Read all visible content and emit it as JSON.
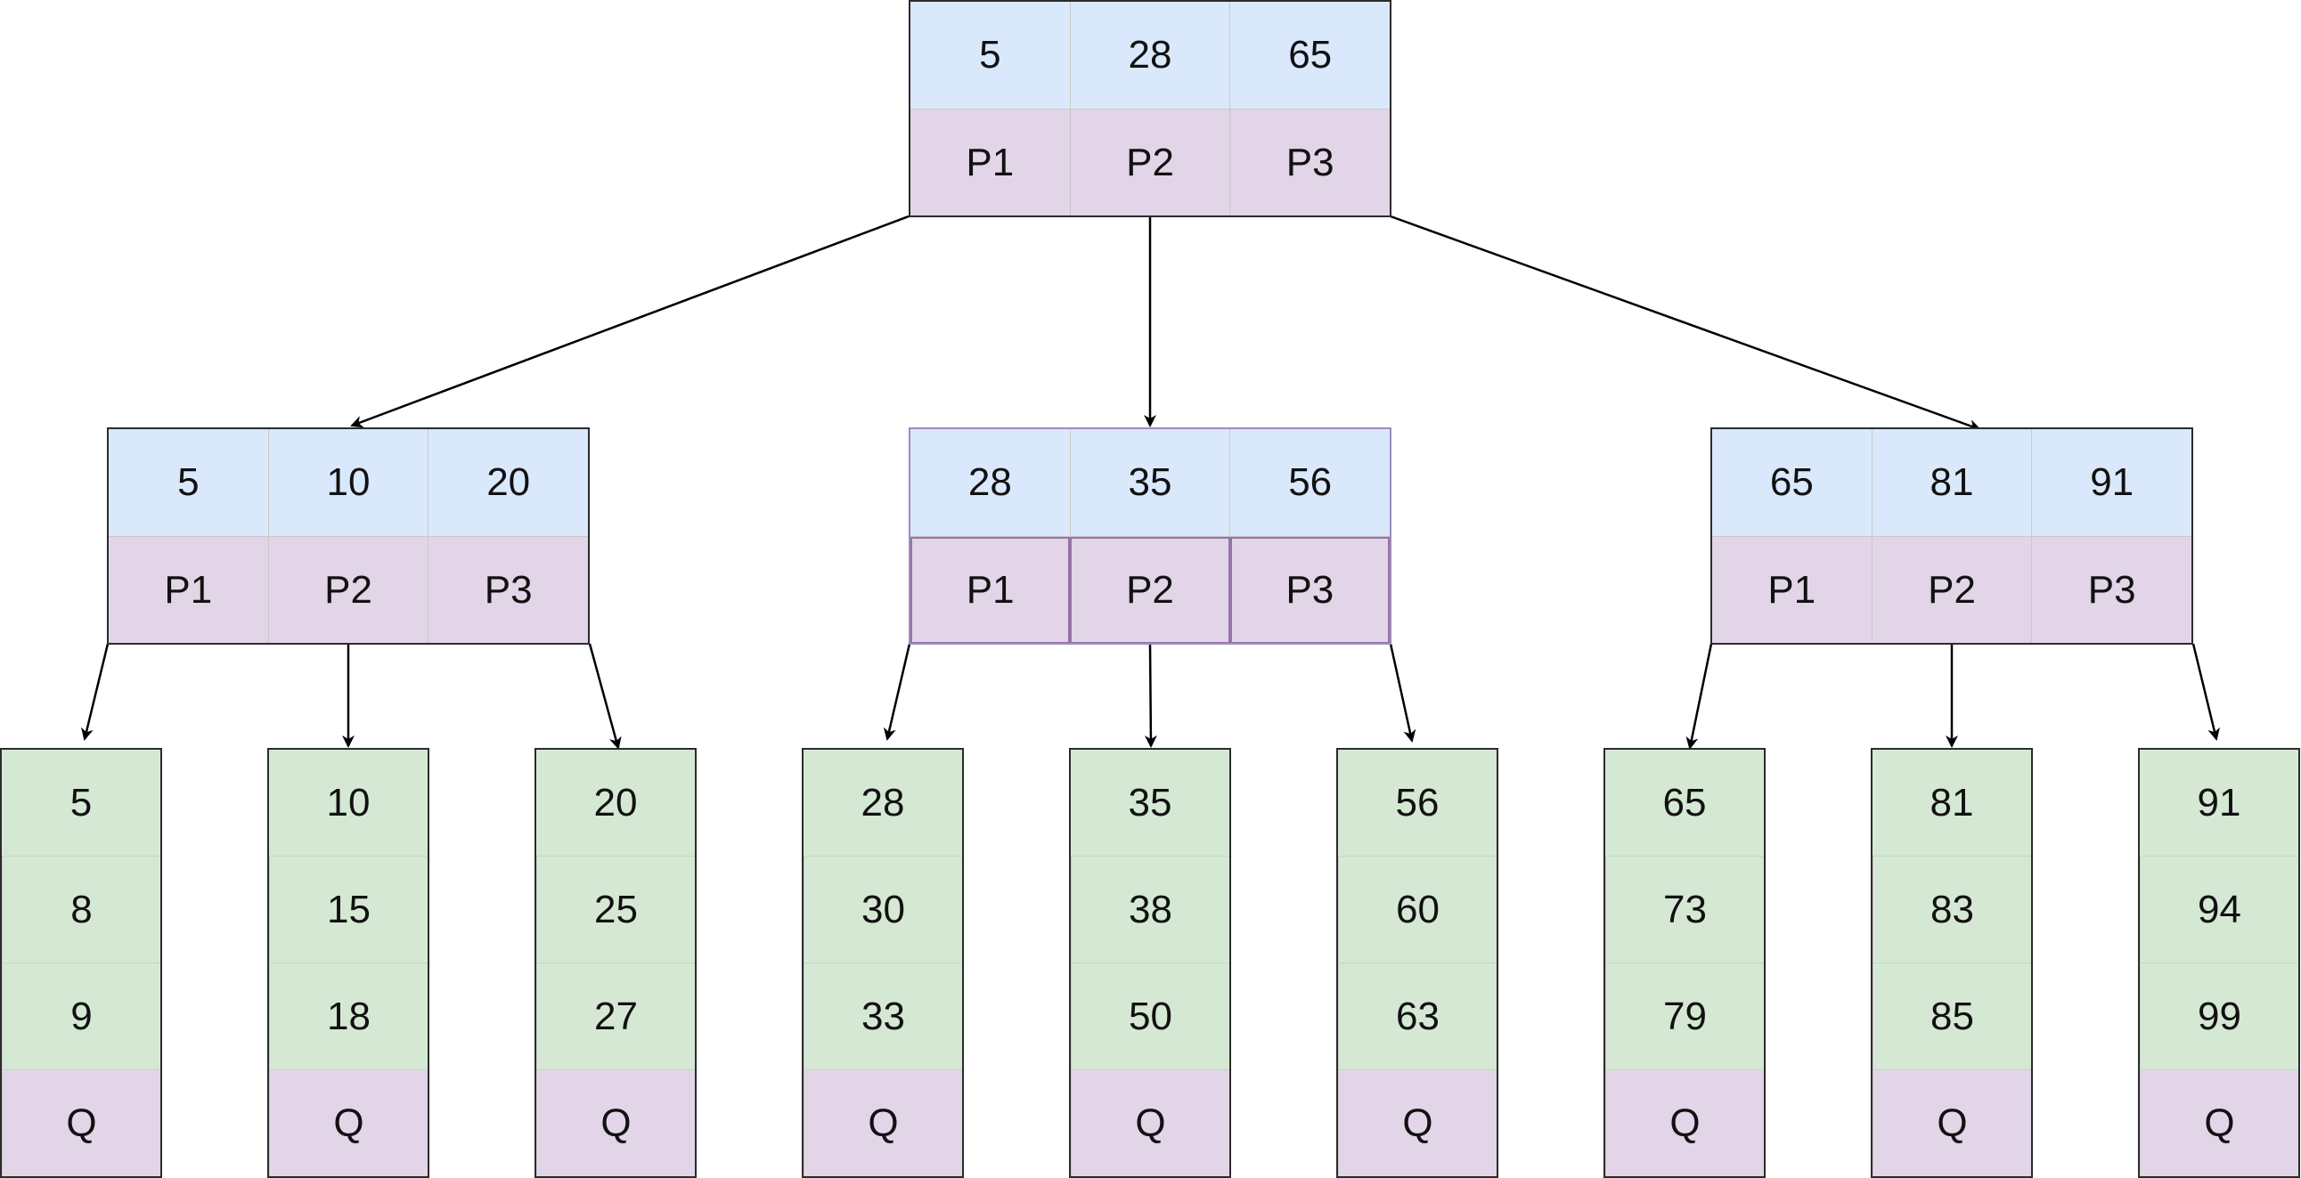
{
  "colors": {
    "key_fill": "#dae8fc",
    "pointer_fill": "#e1d5e7",
    "leaf_fill": "#d5e8d4",
    "edge": "#000000"
  },
  "root": {
    "keys": [
      "5",
      "28",
      "65"
    ],
    "pointers": [
      "P1",
      "P2",
      "P3"
    ]
  },
  "internal_nodes": [
    {
      "keys": [
        "5",
        "10",
        "20"
      ],
      "pointers": [
        "P1",
        "P2",
        "P3"
      ]
    },
    {
      "keys": [
        "28",
        "35",
        "56"
      ],
      "pointers": [
        "P1",
        "P2",
        "P3"
      ]
    },
    {
      "keys": [
        "65",
        "81",
        "91"
      ],
      "pointers": [
        "P1",
        "P2",
        "P3"
      ]
    }
  ],
  "leaves": [
    {
      "values": [
        "5",
        "8",
        "9"
      ],
      "next": "Q"
    },
    {
      "values": [
        "10",
        "15",
        "18"
      ],
      "next": "Q"
    },
    {
      "values": [
        "20",
        "25",
        "27"
      ],
      "next": "Q"
    },
    {
      "values": [
        "28",
        "30",
        "33"
      ],
      "next": "Q"
    },
    {
      "values": [
        "35",
        "38",
        "50"
      ],
      "next": "Q"
    },
    {
      "values": [
        "56",
        "60",
        "63"
      ],
      "next": "Q"
    },
    {
      "values": [
        "65",
        "73",
        "79"
      ],
      "next": "Q"
    },
    {
      "values": [
        "81",
        "83",
        "85"
      ],
      "next": "Q"
    },
    {
      "values": [
        "91",
        "94",
        "99"
      ],
      "next": "Q"
    }
  ]
}
